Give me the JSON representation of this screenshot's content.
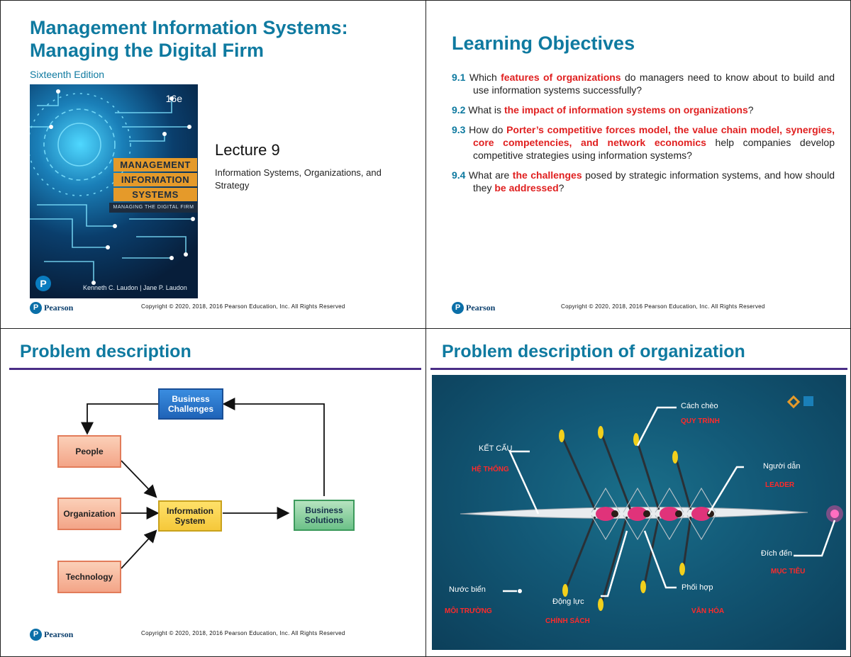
{
  "slide1": {
    "title_line1": "Management Information Systems:",
    "title_line2": "Managing the Digital Firm",
    "edition": "Sixteenth Edition",
    "cover": {
      "edition_mark": "16e",
      "band1": "MANAGEMENT",
      "band2": "INFORMATION",
      "band3": "SYSTEMS",
      "band_sub": "MANAGING THE DIGITAL FIRM",
      "authors": "Kenneth C. Laudon | Jane P. Laudon",
      "logo_letter": "P"
    },
    "lecture": "Lecture 9",
    "subtitle": "Information Systems, Organizations, and Strategy"
  },
  "footer": {
    "pearson": "Pearson",
    "pearson_letter": "P",
    "copyright": "Copyright © 2020, 2018, 2016 Pearson Education, Inc. All Rights Reserved"
  },
  "slide2": {
    "title": "Learning Objectives",
    "objectives": [
      {
        "num": "9.1",
        "parts": [
          " Which ",
          "features of organizations",
          " do managers need to know about to build and use information systems successfully?"
        ]
      },
      {
        "num": "9.2",
        "parts": [
          " What is ",
          "the impact of information systems on organizations",
          "?"
        ]
      },
      {
        "num": "9.3",
        "parts": [
          " How do ",
          "Porter’s competitive forces model, the value chain model, synergies, core competencies, and network economics",
          " help companies develop competitive strategies using information systems?"
        ]
      },
      {
        "num": "9.4",
        "parts": [
          " What are ",
          "the challenges",
          " posed by strategic information systems, and how should they ",
          "be addressed",
          "?"
        ]
      }
    ]
  },
  "slide3": {
    "title": "Problem description",
    "diagram": {
      "challenges": "Business Challenges",
      "people": "People",
      "organization": "Organization",
      "technology": "Technology",
      "infosystem": "Information System",
      "solutions": "Business Solutions"
    }
  },
  "slide4": {
    "title": "Problem description of organization",
    "labels": {
      "cach_cheo": "Cách chèo",
      "quy_trinh": "QUY TRÌNH",
      "ket_cau": "KẾT CẤU",
      "he_thong": "HỆ THỐNG",
      "nguoi_dan": "Người dẫn",
      "leader": "LEADER",
      "dich_den": "Đích đến",
      "muc_tieu": "MỤC TIÊU",
      "nuoc_bien": "Nước biển",
      "moi_truong": "MÔI TRƯỜNG",
      "dong_luc": "Động lực",
      "chinh_sach": "CHÍNH SÁCH",
      "phoi_hop": "Phối hợp",
      "van_hoa": "VĂN HÓA"
    }
  }
}
